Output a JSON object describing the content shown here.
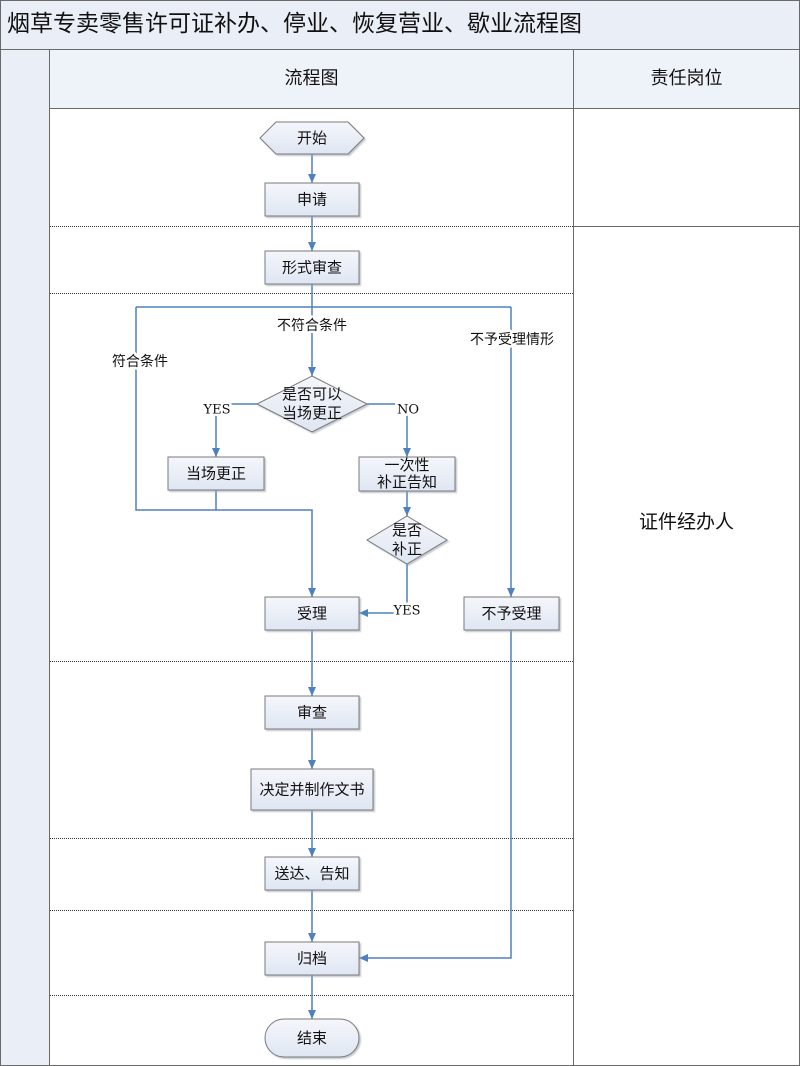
{
  "title": "烟草专卖零售许可证补办、停业、恢复营业、歇业流程图",
  "header": {
    "flow_col": "流程图",
    "role_col": "责任岗位"
  },
  "role": "证件经办人",
  "nodes": {
    "start": "开始",
    "apply": "申请",
    "formal_review": "形式审查",
    "decision_correct": [
      "是否可以",
      "当场更正"
    ],
    "correct_on_spot": "当场更正",
    "notify_once": [
      "一次性",
      "补正告知"
    ],
    "decision_supplement": [
      "是否",
      "补正"
    ],
    "accept": "受理",
    "reject": "不予受理",
    "review": "审查",
    "decide": "决定并制作文书",
    "deliver": "送达、告知",
    "archive": "归档",
    "end": "结束"
  },
  "edge_labels": {
    "not_meet": "不符合条件",
    "meet": "符合条件",
    "reject_case": "不予受理情形",
    "yes_1": "YES",
    "no_1": "NO",
    "yes_2": "YES"
  },
  "colors": {
    "line": "#4f81bd",
    "box_stroke": "#7a7a7a",
    "grid": "#6a6a6a",
    "band": "#e9eef7"
  }
}
